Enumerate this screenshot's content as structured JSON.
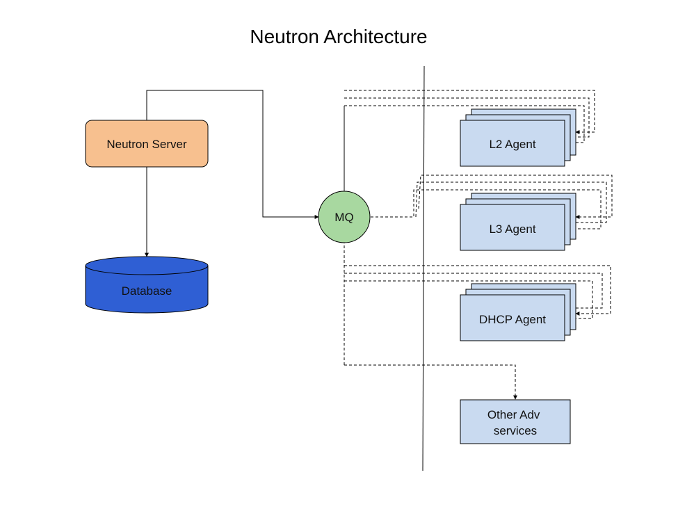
{
  "title": "Neutron Architecture",
  "colors": {
    "server_fill": "#f7c08f",
    "database_fill": "#2f5fd4",
    "mq_fill": "#a8d8a0",
    "agent_fill": "#c9daf0",
    "line": "#000000"
  },
  "nodes": {
    "neutron_server": "Neutron Server",
    "database": "Database",
    "mq": "MQ",
    "l2_agent": "L2 Agent",
    "l3_agent": "L3 Agent",
    "dhcp_agent": "DHCP Agent",
    "other_services": [
      "Other Adv",
      "services"
    ]
  }
}
